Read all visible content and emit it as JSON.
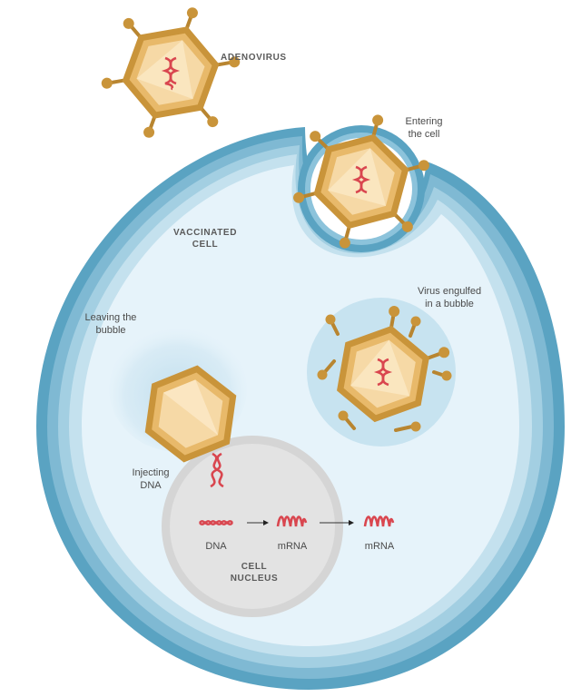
{
  "labels": {
    "adenovirus": "ADENOVIRUS",
    "entering_line1": "Entering",
    "entering_line2": "the cell",
    "vaccinated_line1": "VACCINATED",
    "vaccinated_line2": "CELL",
    "engulfed_line1": "Virus engulfed",
    "engulfed_line2": "in a bubble",
    "leaving_line1": "Leaving the",
    "leaving_line2": "bubble",
    "injecting_line1": "Injecting",
    "injecting_line2": "DNA",
    "dna": "DNA",
    "mrna_nucleus": "mRNA",
    "mrna_cytoplasm": "mRNA",
    "nucleus_line1": "CELL",
    "nucleus_line2": "NUCLEUS"
  },
  "colors": {
    "membrane_outer": "#5aa3c2",
    "membrane_mid": "#8cc3db",
    "membrane_light": "#b8dcea",
    "cytoplasm": "#e6f3fa",
    "bubble": "#c7e3f0",
    "virus_shell": "#c9943a",
    "virus_mid": "#e8b96a",
    "virus_inner": "#f6d9a6",
    "virus_core": "#fbe8c6",
    "genetic_red": "#d9464f",
    "nucleus_ring": "#d5d5d5",
    "nucleus_fill": "#e3e3e3"
  }
}
